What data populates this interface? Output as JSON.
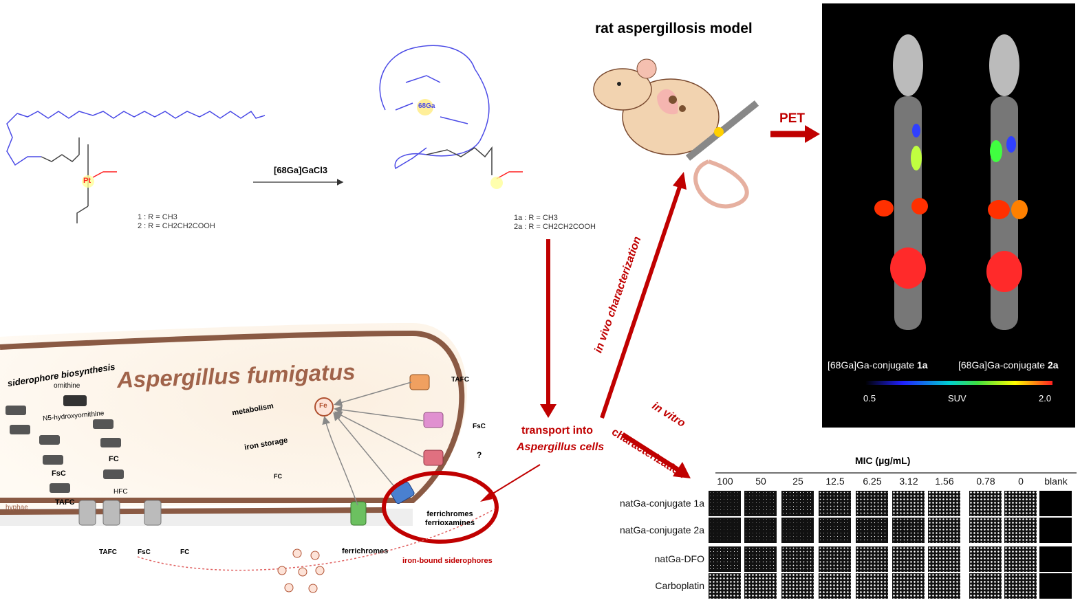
{
  "scheme": {
    "reagent": "[68Ga]GaCl3",
    "precursor_labels": [
      "1 : R = CH3",
      "2 : R = CH2CH2COOH"
    ],
    "product_labels": [
      "1a : R = CH3",
      "2a : R = CH2CH2COOH"
    ],
    "metal_precursor": "Pt",
    "metal_product": "68Ga"
  },
  "cell": {
    "title": "Aspergillus fumigatus",
    "biosynthesis_title": "siderophore biosynthesis",
    "labels": {
      "ornithine": "ornithine",
      "hydroxyornithine": "N5-hydroxyornithine",
      "fsc": "FsC",
      "tafc": "TAFC",
      "fc": "FC",
      "hfc": "HFC",
      "hyphae": "hyphae",
      "metabolism": "metabolism",
      "iron_storage": "iron storage",
      "fe": "Fe",
      "ferrichromes": "ferrichromes",
      "ferrichromes_ferrioxamines": "ferrichromes ferrioxamines",
      "iron_bound": "iron-bound siderophores",
      "question": "?",
      "out_tafc": "TAFC",
      "out_fsc": "FsC",
      "out_fc": "FC"
    }
  },
  "flow": {
    "transport": [
      "transport into",
      "Aspergillus cells"
    ],
    "in_vivo": "in vivo characterization",
    "in_vitro": [
      "in vitro",
      "characterization"
    ],
    "pet": "PET",
    "model": "rat aspergillosis model"
  },
  "pet_panel": {
    "label_1a_prefix": "[68Ga]Ga-conjugate ",
    "label_1a_bold": "1a",
    "label_2a_prefix": "[68Ga]Ga-conjugate ",
    "label_2a_bold": "2a",
    "colorbar_min": "0.5",
    "colorbar_label": "SUV",
    "colorbar_max": "2.0"
  },
  "mic": {
    "title": "MIC (µg/mL)",
    "columns": [
      "100",
      "50",
      "25",
      "12.5",
      "6.25",
      "3.12",
      "1.56",
      "0.78",
      "0",
      "blank"
    ],
    "rows": [
      {
        "label": "natGa-conjugate 1a",
        "growth": [
          0.1,
          0.15,
          0.3,
          0.45,
          0.55,
          0.75,
          0.8,
          0.8,
          0.8,
          0
        ]
      },
      {
        "label": "natGa-conjugate 2a",
        "growth": [
          0.05,
          0.1,
          0.1,
          0.2,
          0.35,
          0.5,
          0.75,
          0.8,
          0.8,
          0
        ]
      },
      {
        "label": "natGa-DFO",
        "growth": [
          0.25,
          0.35,
          0.5,
          0.6,
          0.7,
          0.75,
          0.8,
          0.8,
          0.8,
          0
        ]
      },
      {
        "label": "Carboplatin",
        "growth": [
          0.75,
          0.8,
          0.8,
          0.8,
          0.8,
          0.8,
          0.8,
          0.8,
          0.8,
          0
        ]
      }
    ]
  },
  "colors": {
    "accent_red": "#c00000",
    "chain_blue": "#4a4ae6",
    "pt_red": "#ff2020",
    "membrane": "#8a5a44",
    "title_brown": "#a0634a"
  }
}
